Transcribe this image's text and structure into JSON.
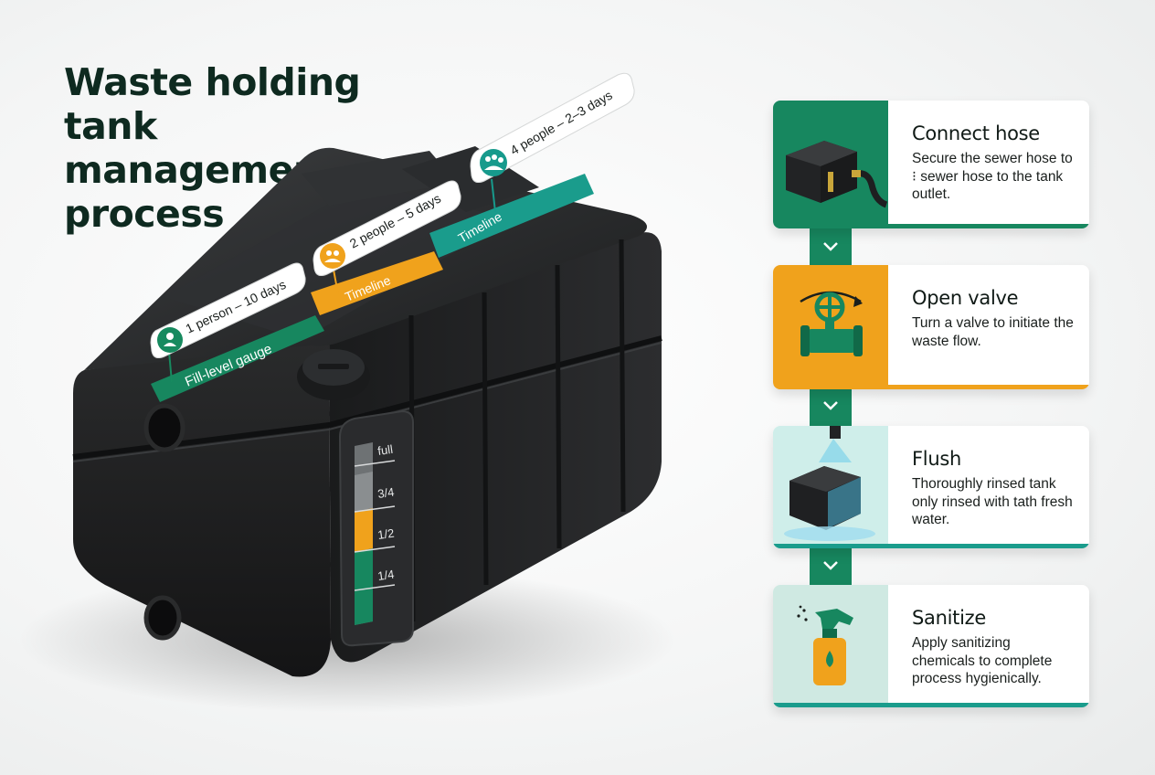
{
  "title": {
    "line1": "Waste holding tank",
    "line2": "management",
    "line3": "process"
  },
  "tank": {
    "band_labels": {
      "gauge": "Fill-level gauge",
      "timeline_orange": "Timeline",
      "timeline_teal": "Timeline"
    },
    "callouts": [
      {
        "text": "1 person – 10 days",
        "icon": "person-icon",
        "color": "#178a5f"
      },
      {
        "text": "2 people – 5 days",
        "icon": "two-people-icon",
        "color": "#f0a21c"
      },
      {
        "text": "4 people – 2–3 days",
        "icon": "group-icon",
        "color": "#179a8c"
      }
    ],
    "gauge_labels": [
      "full",
      "3/4",
      "1/2",
      "1/4"
    ]
  },
  "steps": [
    {
      "title": "Connect hose",
      "body": "Secure the sewer hose to ⁝ sewer hose to the tank outlet.",
      "icon": "tank-hose-icon",
      "band_color": "#17875f",
      "underline_color": "#17875f"
    },
    {
      "title": "Open valve",
      "body": "Turn a valve to initiate the waste flow.",
      "icon": "valve-icon",
      "band_color": "#f0a21c",
      "underline_color": "#f0a21c"
    },
    {
      "title": "Flush",
      "body": "Thoroughly rinsed tank only rinsed with tath fresh water.",
      "icon": "flush-tank-icon",
      "band_color": "#cfeeea",
      "underline_color": "#1a9c8c"
    },
    {
      "title": "Sanitize",
      "body": "Apply sanitizing chemicals to complete process hygienically.",
      "icon": "spray-bottle-icon",
      "band_color": "#cfe9e2",
      "underline_color": "#1a9c8c"
    }
  ],
  "colors": {
    "green": "#17875f",
    "orange": "#f0a21c",
    "teal": "#1a9c8c",
    "title": "#0e2a20"
  }
}
